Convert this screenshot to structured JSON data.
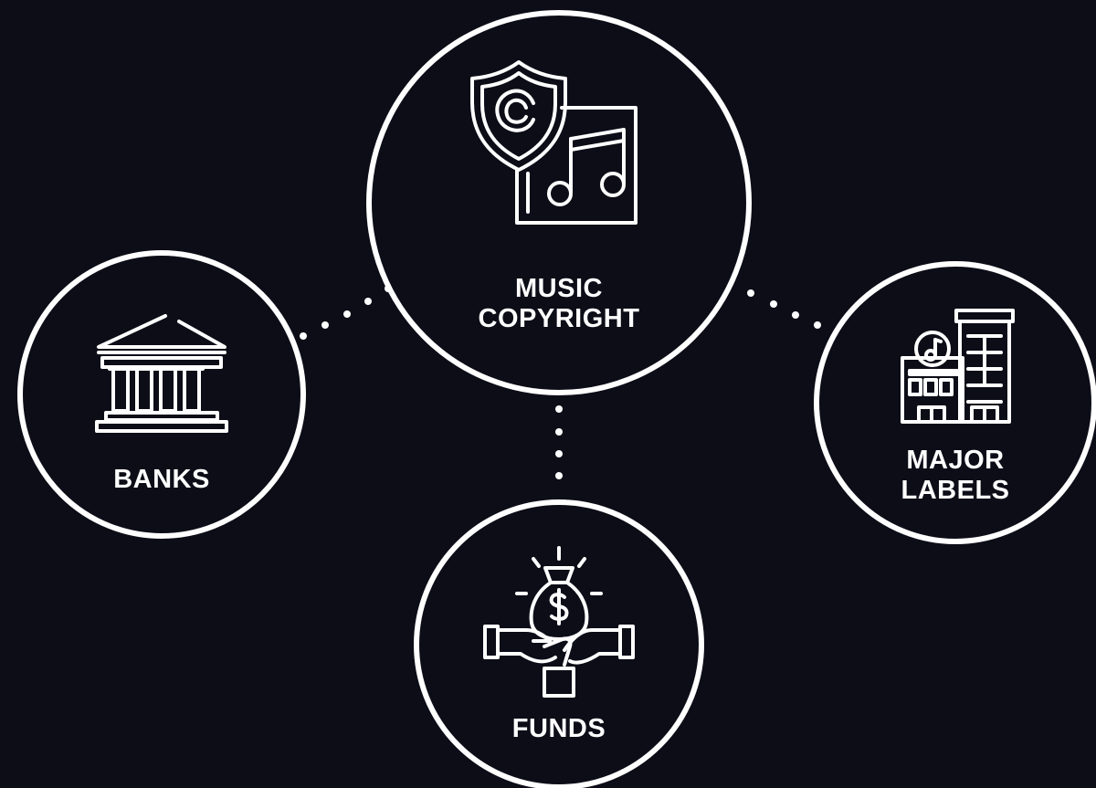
{
  "colors": {
    "background": "#0d0d18",
    "stroke": "#ffffff",
    "text": "#ffffff"
  },
  "nodes": {
    "center": {
      "label": "MUSIC\nCOPYRIGHT",
      "icon": "copyright-music-icon"
    },
    "left": {
      "label": "BANKS",
      "icon": "bank-icon"
    },
    "right": {
      "label": "MAJOR\nLABELS",
      "icon": "record-label-building-icon"
    },
    "bottom": {
      "label": "FUNDS",
      "icon": "money-bag-hands-icon"
    }
  }
}
